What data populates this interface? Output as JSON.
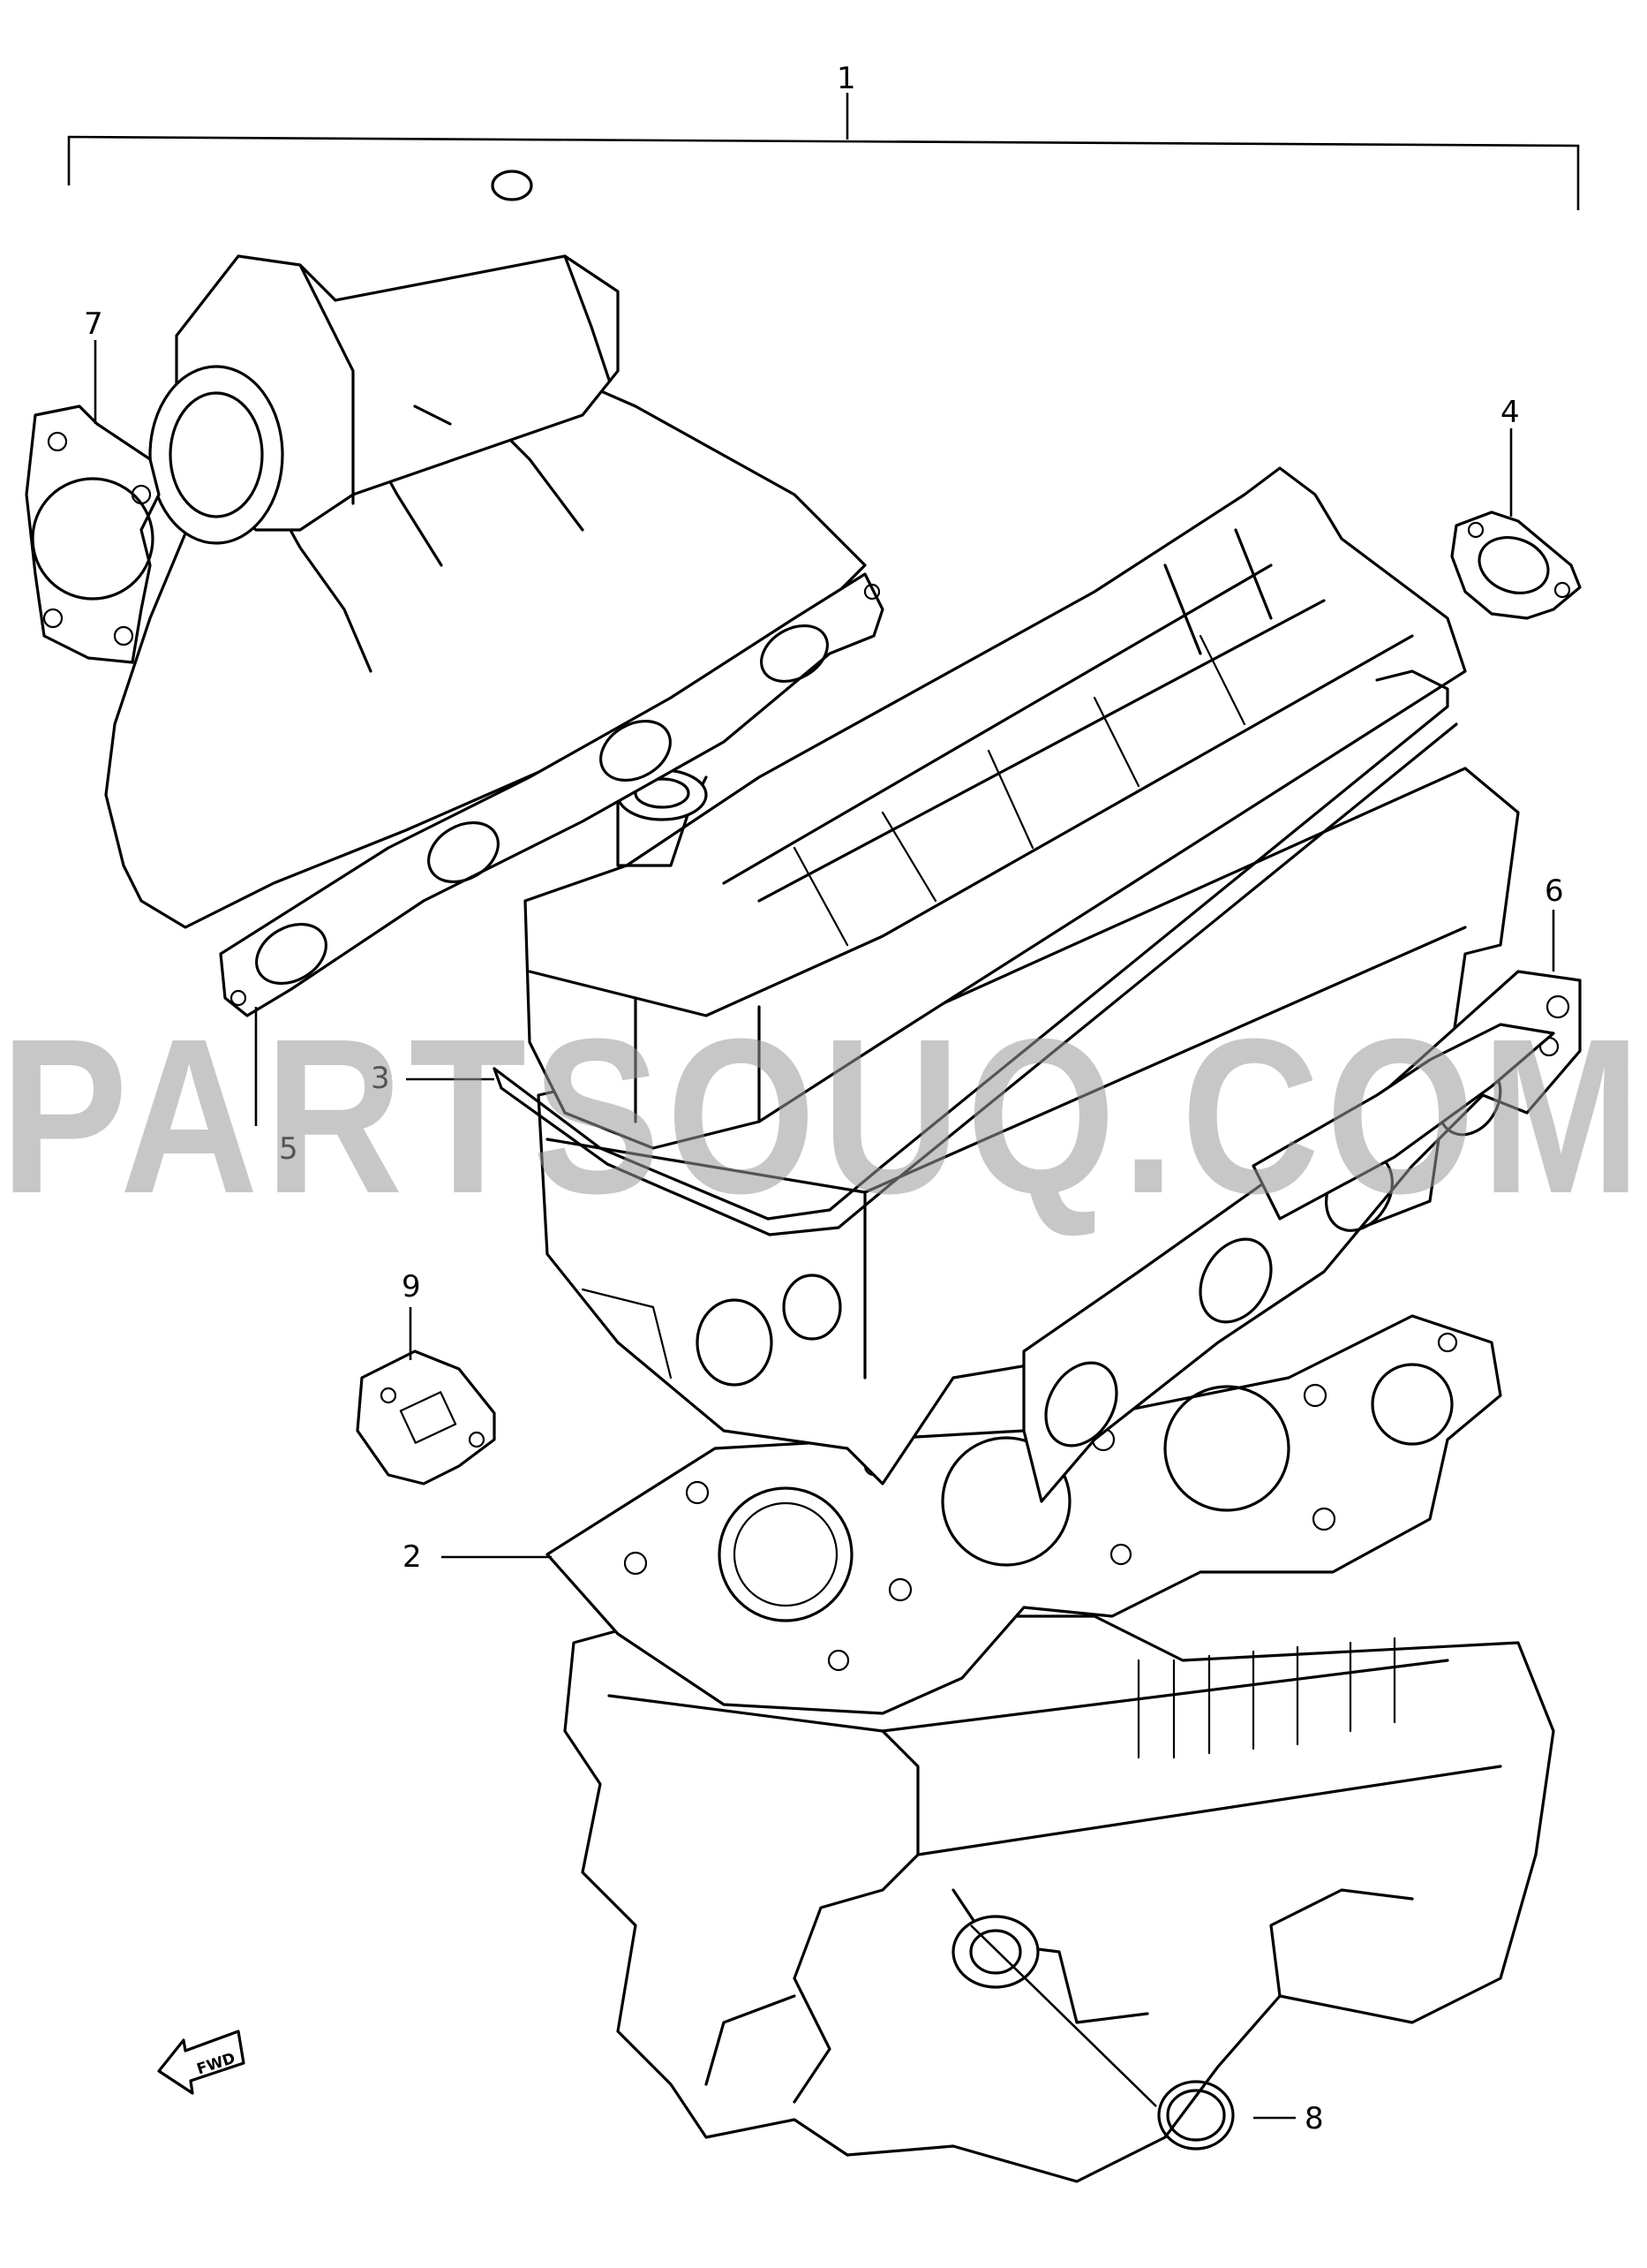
{
  "watermark": "PARTSOUQ.COM",
  "callouts": {
    "c1": "1",
    "c2": "2",
    "c3": "3",
    "c4": "4",
    "c5": "5",
    "c6": "6",
    "c7": "7",
    "c8": "8",
    "c9": "9"
  },
  "fwd_label": "FWD",
  "colors": {
    "line": "#000000",
    "watermark": "#9a9a9a",
    "background": "#ffffff"
  }
}
